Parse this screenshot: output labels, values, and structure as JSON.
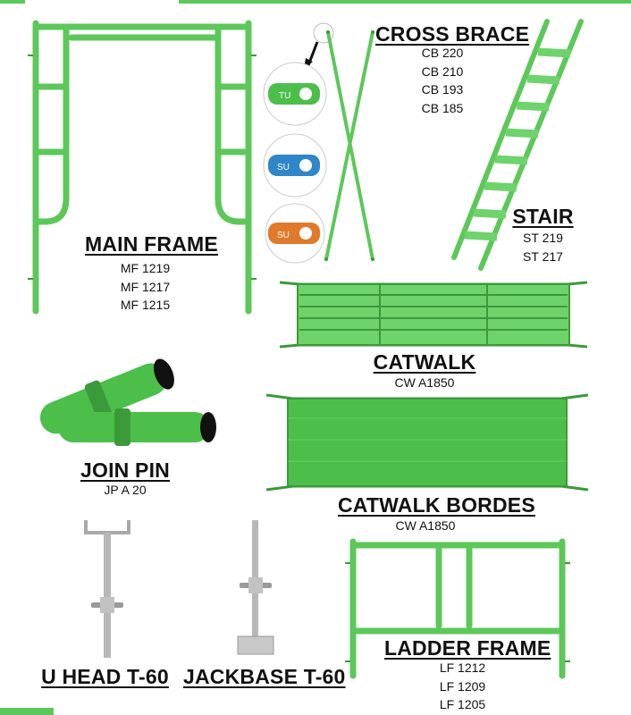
{
  "accent_color": "#5cc85a",
  "main_frame": {
    "title": "MAIN FRAME",
    "codes": [
      "MF 1219",
      "MF 1217",
      "MF 1215"
    ]
  },
  "cross_brace": {
    "title": "CROSS BRACE",
    "codes": [
      "CB 220",
      "CB 210",
      "CB 193",
      "CB 185"
    ]
  },
  "stair": {
    "title": "STAIR",
    "codes": [
      "ST 219",
      "ST 217"
    ]
  },
  "catwalk": {
    "title": "CATWALK",
    "codes": [
      "CW A1850"
    ]
  },
  "join_pin": {
    "title": "JOIN PIN",
    "codes": [
      "JP A 20"
    ]
  },
  "catwalk_bordes": {
    "title": "CATWALK BORDES",
    "codes": [
      "CW A1850"
    ]
  },
  "u_head": {
    "title": "U HEAD T-60"
  },
  "jackbase": {
    "title": "JACKBASE T-60"
  },
  "ladder_frame": {
    "title": "LADDER FRAME",
    "codes": [
      "LF 1212",
      "LF 1209",
      "LF 1205"
    ]
  },
  "clamp_tags": [
    "TU",
    "SU",
    "SU"
  ]
}
